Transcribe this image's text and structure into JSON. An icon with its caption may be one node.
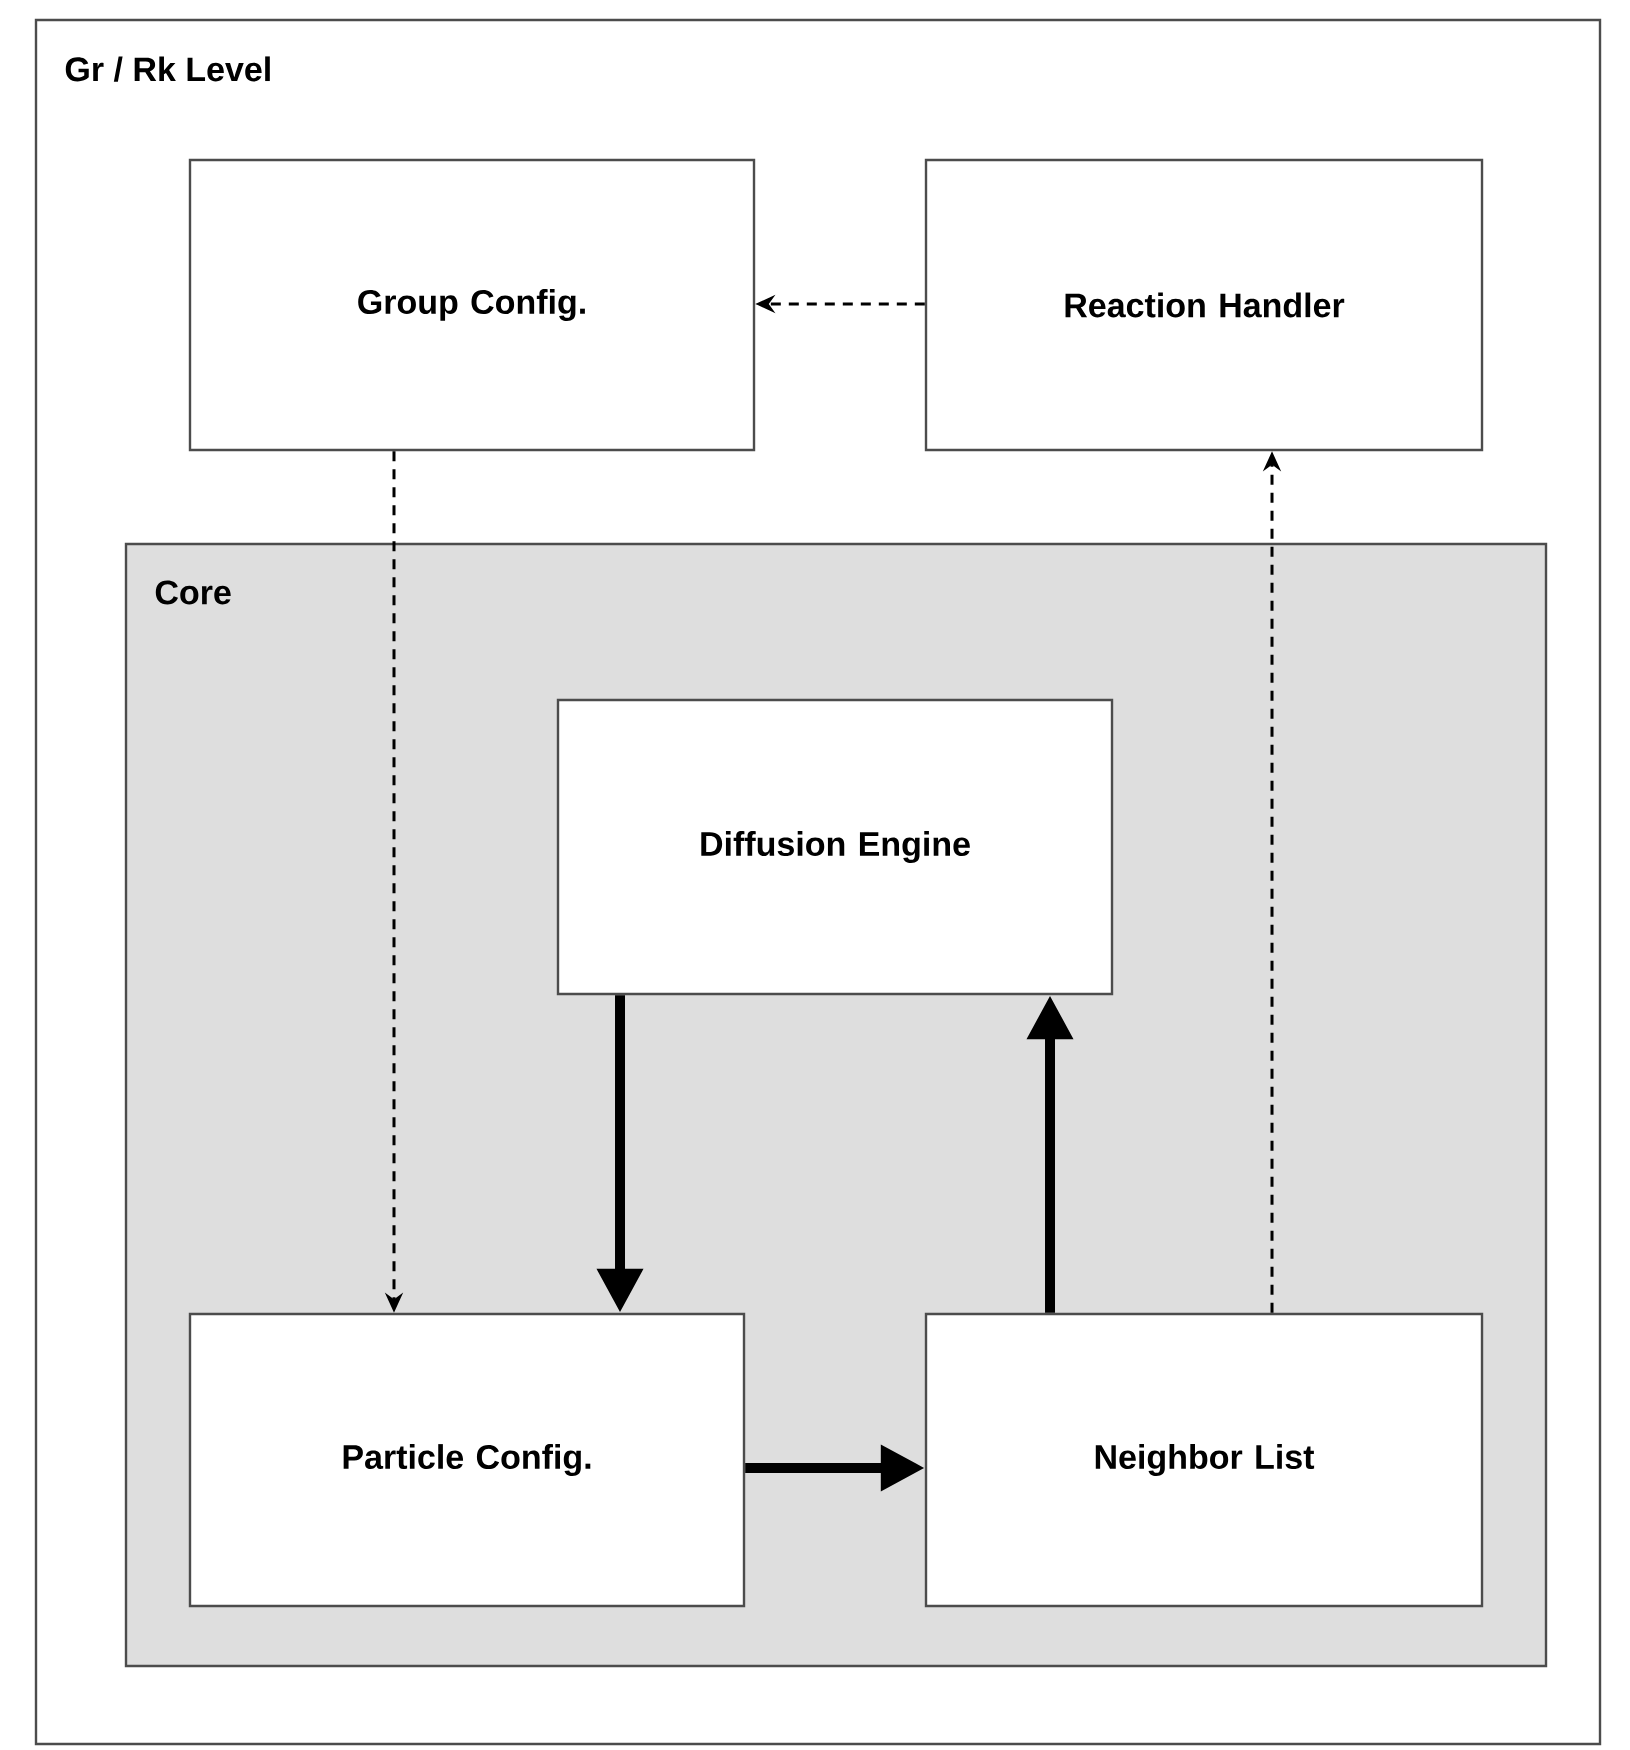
{
  "diagram": {
    "nodes": [
      {
        "text": [
          "Gr / Rk Level"
        ]
      },
      {
        "text": [
          "Group Config."
        ],
        "in": 0
      },
      {
        "text": [
          "Reaction Handler"
        ],
        "in": 0
      },
      {
        "text": [
          "Core"
        ],
        "in": 0
      },
      {
        "text": [
          "Diffusion Engine"
        ],
        "in": 3
      },
      {
        "text": [
          "Particle Config."
        ],
        "in": 3
      },
      {
        "text": [
          "Neighbor List"
        ],
        "in": 3
      }
    ],
    "edges": [
      {
        "from": 2,
        "to": 1,
        "arrow": "to",
        "style": "dashed"
      },
      {
        "from": 1,
        "to": 5,
        "arrow": "to",
        "style": "dashed"
      },
      {
        "from": 6,
        "to": 2,
        "arrow": "to",
        "style": "dashed"
      },
      {
        "from": 4,
        "to": 5,
        "arrow": "to",
        "style": "thick"
      },
      {
        "from": 5,
        "to": 6,
        "arrow": "to",
        "style": "thick"
      },
      {
        "from": 6,
        "to": 4,
        "arrow": "to",
        "style": "thick"
      }
    ]
  }
}
